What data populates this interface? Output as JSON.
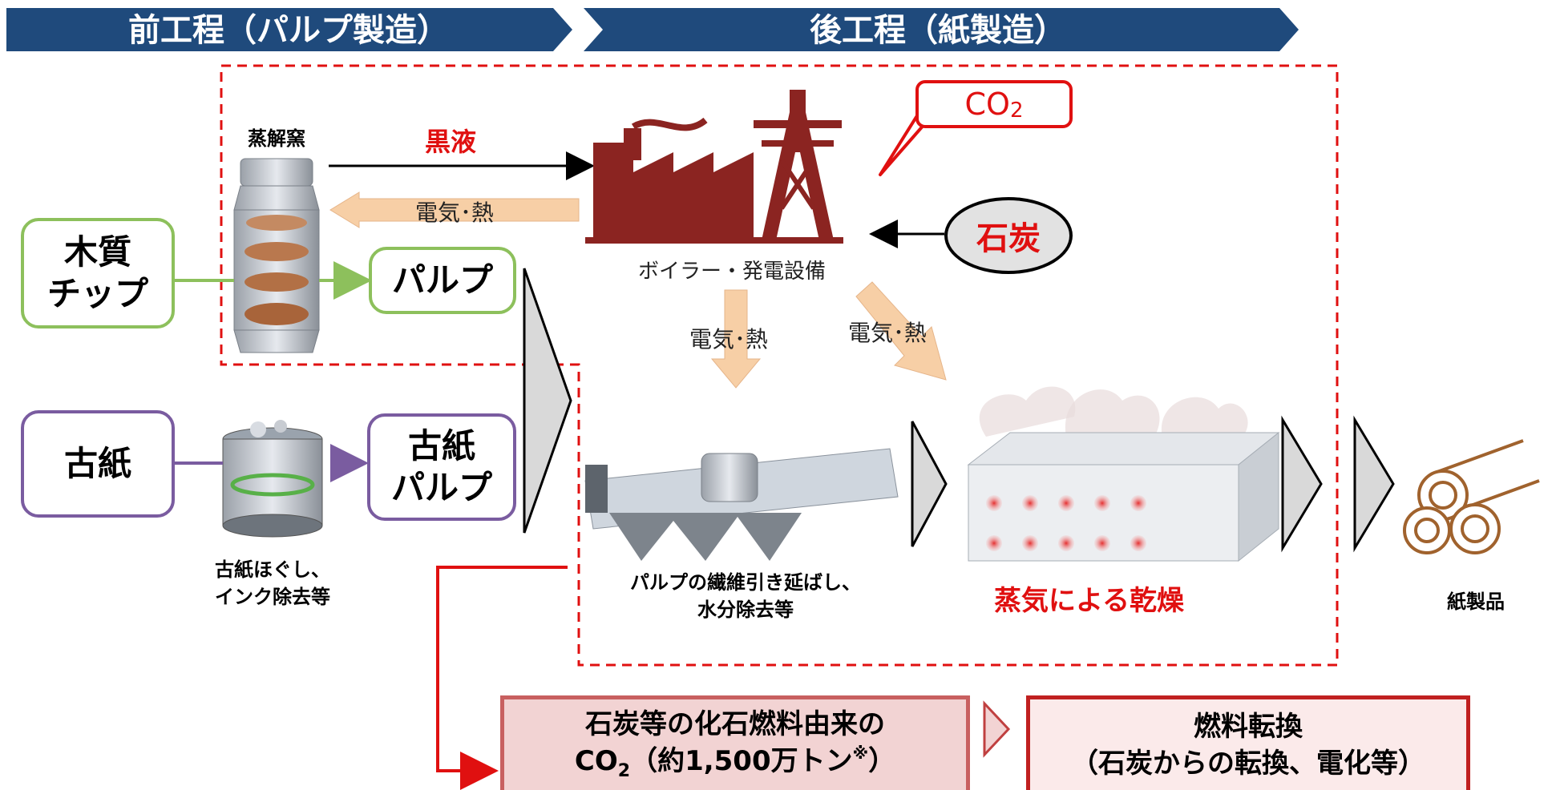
{
  "phases": {
    "front": "前工程（パルプ製造）",
    "back": "後工程（紙製造）"
  },
  "inputs": {
    "wood_chip_line1": "木質",
    "wood_chip_line2": "チップ",
    "wastepaper": "古紙"
  },
  "equipment": {
    "digester": "蒸解窯",
    "pulp": "パルプ",
    "wastepaper_pulp_line1": "古紙",
    "wastepaper_pulp_line2": "パルプ",
    "deinking_line1": "古紙ほぐし、",
    "deinking_line2": "インク除去等",
    "boiler": "ボイラー・発電設備",
    "coal": "石炭",
    "co2_callout_main": "CO",
    "co2_callout_sub": "2"
  },
  "flows": {
    "black_liquor": "黒液",
    "power_heat_back": "電気･熱",
    "power_heat_down": "電気･熱",
    "power_heat_diag": "電気･熱"
  },
  "processes": {
    "pressing_line1": "パルプの繊維引き延ばし、",
    "pressing_line2": "水分除去等",
    "drying": "蒸気による乾燥",
    "product": "紙製品"
  },
  "bottom": {
    "fossil_line1": "石炭等の化石燃料由来の",
    "fossil_co2_main": "CO",
    "fossil_co2_sub": "2",
    "fossil_amount": "（約1,500万トン",
    "fossil_note": "※",
    "fossil_close": "）",
    "fuel_line1": "燃料転換",
    "fuel_line2": "（石炭からの転換、電化等）"
  },
  "colors": {
    "phase_bar": "#1f4a7c",
    "boiler_red": "#8b2421",
    "alert_red": "#e01010",
    "wood_green": "#8dc05c",
    "paper_purple": "#7a5ca0",
    "heat_arrow": "#f7cfa6",
    "bottom_left_fill": "#f2d3d3",
    "bottom_right_fill": "#fbeaea"
  }
}
